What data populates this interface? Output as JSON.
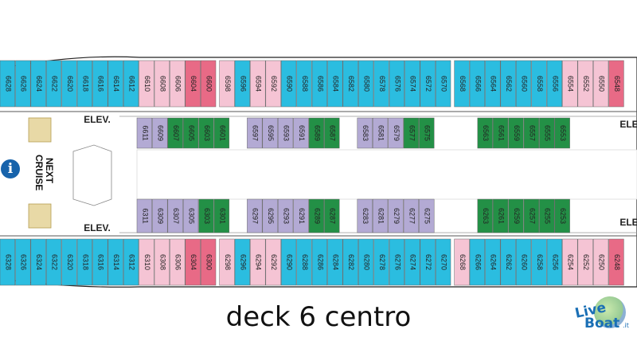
{
  "title": "deck 6 centro",
  "logo": {
    "line1": "Live",
    "line2": "Boat",
    "suffix": ".it"
  },
  "labels": {
    "elevator": "ELEV.",
    "elevator_partial": "ELE",
    "next_cruise": "NEXT CRUISE",
    "info": "i"
  },
  "colors": {
    "outside": "#2bbde0",
    "inside": "#b3aad4",
    "connecting": "#239046",
    "suite": "#f5c4d4",
    "accessible": "#e86a86",
    "hull_fill": "#ffffff",
    "stair_fill": "#e8d9a6"
  },
  "top_outer_row": [
    "6628",
    "6626",
    "6624",
    "6622",
    "6620",
    "6618",
    "6616",
    "6614",
    "6612",
    "6610",
    "6608",
    "6606",
    "6604",
    "6600",
    "6598",
    "6596",
    "6594",
    "6592",
    "6590",
    "6588",
    "6586",
    "6584",
    "6582",
    "6580",
    "6578",
    "6576",
    "6574",
    "6572",
    "6570",
    "6568",
    "6566",
    "6564",
    "6562",
    "6560",
    "6558",
    "6556",
    "6554",
    "6552",
    "6550",
    "6548"
  ],
  "top_inner_row": [
    "6611",
    "6609",
    "6607",
    "6605",
    "6603",
    "6601",
    "6597",
    "6595",
    "6593",
    "6591",
    "6589",
    "6587",
    "6583",
    "6581",
    "6579",
    "6577",
    "6575",
    "6563",
    "6561",
    "6559",
    "6557",
    "6555",
    "6553"
  ],
  "bottom_inner_row": [
    "6311",
    "6309",
    "6307",
    "6305",
    "6303",
    "6301",
    "6297",
    "6295",
    "6293",
    "6291",
    "6289",
    "6287",
    "6283",
    "6281",
    "6279",
    "6277",
    "6275",
    "6263",
    "6261",
    "6259",
    "6257",
    "6255",
    "6253"
  ],
  "bottom_outer_row": [
    "6328",
    "6326",
    "6324",
    "6322",
    "6320",
    "6318",
    "6316",
    "6314",
    "6312",
    "6310",
    "6308",
    "6306",
    "6304",
    "6300",
    "6298",
    "6296",
    "6294",
    "6292",
    "6290",
    "6288",
    "6286",
    "6284",
    "6282",
    "6280",
    "6278",
    "6276",
    "6274",
    "6272",
    "6270",
    "6268",
    "6266",
    "6264",
    "6262",
    "6260",
    "6258",
    "6256",
    "6254",
    "6252",
    "6250",
    "6248"
  ]
}
